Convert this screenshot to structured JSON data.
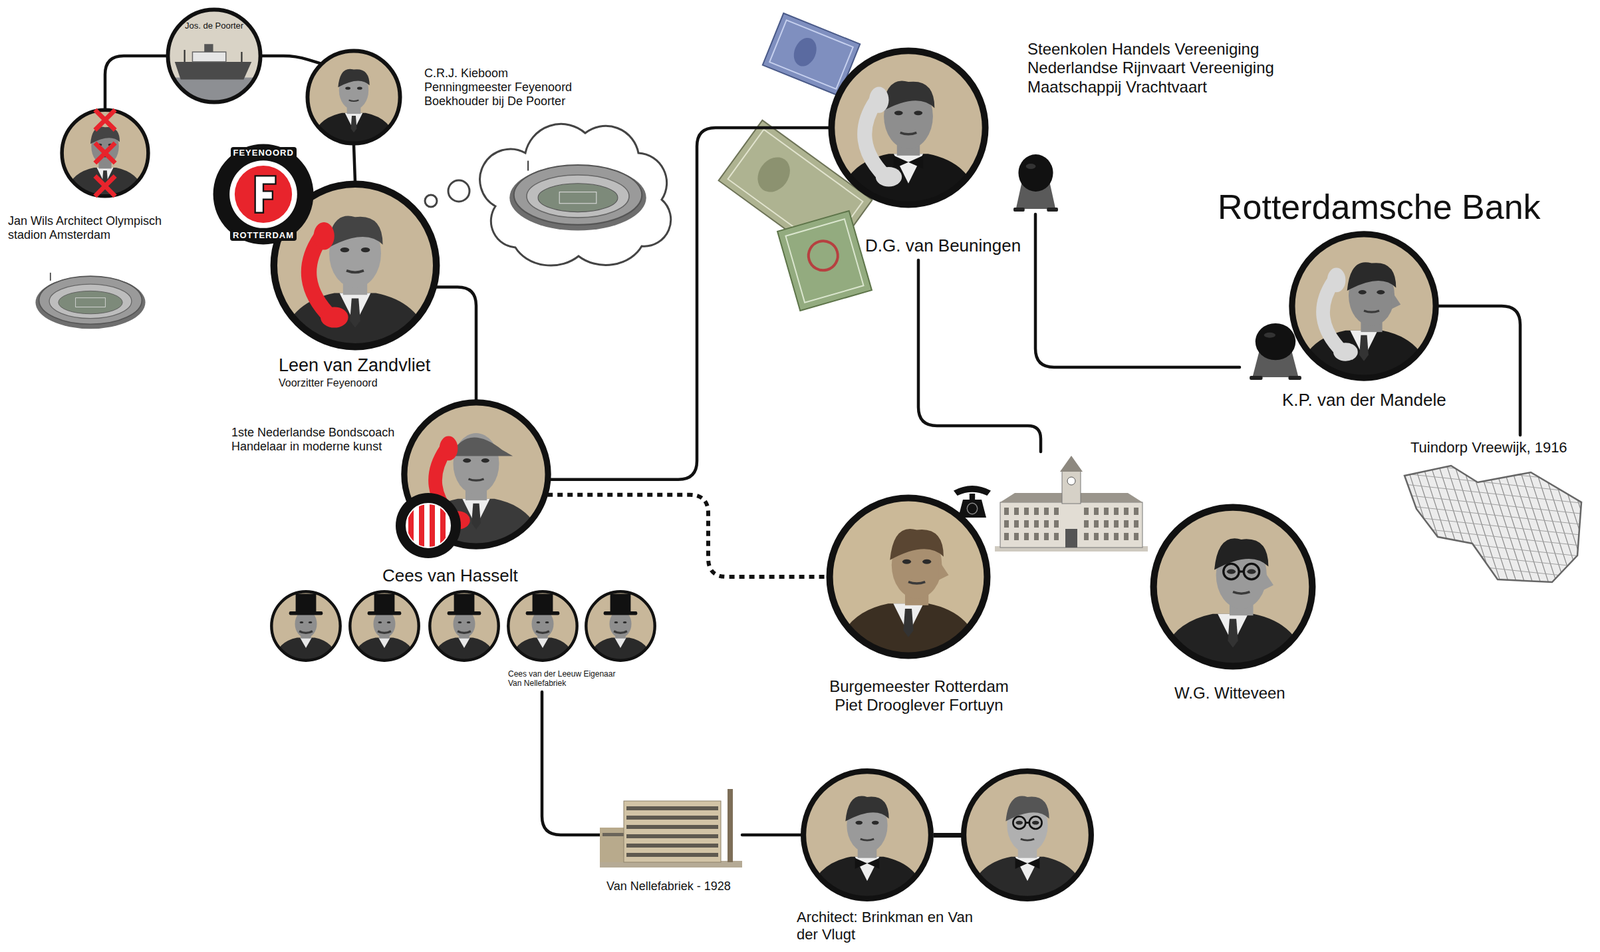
{
  "diagram": {
    "nodes": [
      {
        "text": [
          "Jos. de Poorter"
        ]
      },
      {
        "text": [
          "C.R.J. Kieboom Penningmeester Feyenoord Boekhouder bij De Poorter"
        ]
      },
      {
        "text": [
          "Jan Wils Architect Olympisch stadion Amsterdam"
        ]
      },
      {
        "text": [
          "Leen van Zandvliet",
          "Voorzitter Feyenoord"
        ]
      },
      {
        "text": [
          "D.G. van Beuningen",
          "Steenkolen Handels Vereeniging Nederlandse Rijnvaart Vereeniging Maatschappij Vrachtvaart"
        ]
      },
      {
        "text": [
          "Rotterdamsche Bank",
          "K.P. van der Mandele"
        ]
      },
      {
        "text": [
          "1ste Nederlandse Bondscoach Handelaar in moderne kunst",
          "Cees van Hasselt"
        ]
      },
      {
        "text": [
          "Burgemeester Rotterdam Piet Drooglever Fortuyn"
        ]
      },
      {
        "text": [
          "W.G. Witteveen"
        ]
      },
      {
        "text": [
          "Tuindorp Vreewijk, 1916"
        ]
      },
      {
        "text": [
          "Cees van der Leeuw Eigenaar Van Nellefabriek"
        ]
      },
      {
        "text": [
          "Van Nellefabriek - 1928"
        ]
      },
      {
        "text": [
          "Architect: Brinkman en Van der Vlugt"
        ]
      }
    ],
    "edges": [
      {
        "from": 2,
        "to": 0,
        "arrow": "none"
      },
      {
        "from": 0,
        "to": 1,
        "arrow": "none"
      },
      {
        "from": 1,
        "to": 3,
        "arrow": "none"
      },
      {
        "from": 3,
        "to": 6,
        "arrow": "none"
      },
      {
        "from": 6,
        "to": 4,
        "arrow": "none"
      },
      {
        "from": 6,
        "to": 7,
        "arrow": "none"
      },
      {
        "from": 4,
        "to": 7,
        "arrow": "none"
      },
      {
        "from": 4,
        "to": 5,
        "arrow": "none"
      },
      {
        "from": 5,
        "to": 9,
        "arrow": "none"
      },
      {
        "from": 10,
        "to": 11,
        "arrow": "none"
      },
      {
        "from": 11,
        "to": 12,
        "arrow": "none"
      }
    ],
    "labels": [
      "FEYENOORD",
      "ROTTERDAM"
    ]
  }
}
